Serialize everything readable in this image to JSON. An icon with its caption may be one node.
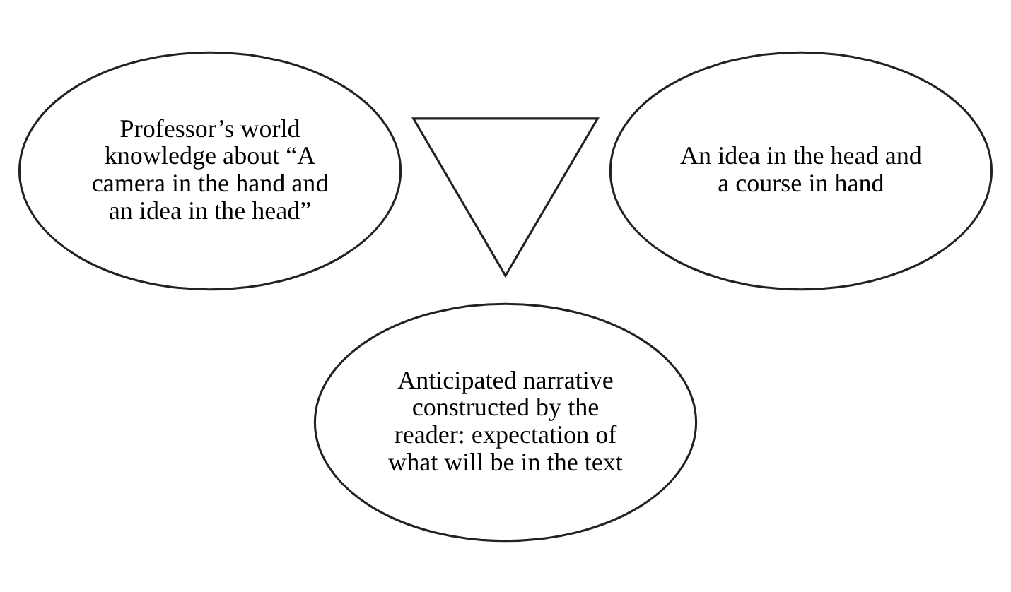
{
  "diagram": {
    "nodes": [
      {
        "text": [
          "Professor’s world knowledge about “A camera in the hand and an idea in the head”"
        ]
      },
      {
        "text": [
          "An idea in the head and a course in hand"
        ]
      },
      {
        "text": [],
        "shape": "triangle"
      },
      {
        "text": [
          "Anticipated narrative constructed by the reader: expectation of what will be in the text"
        ]
      }
    ]
  }
}
